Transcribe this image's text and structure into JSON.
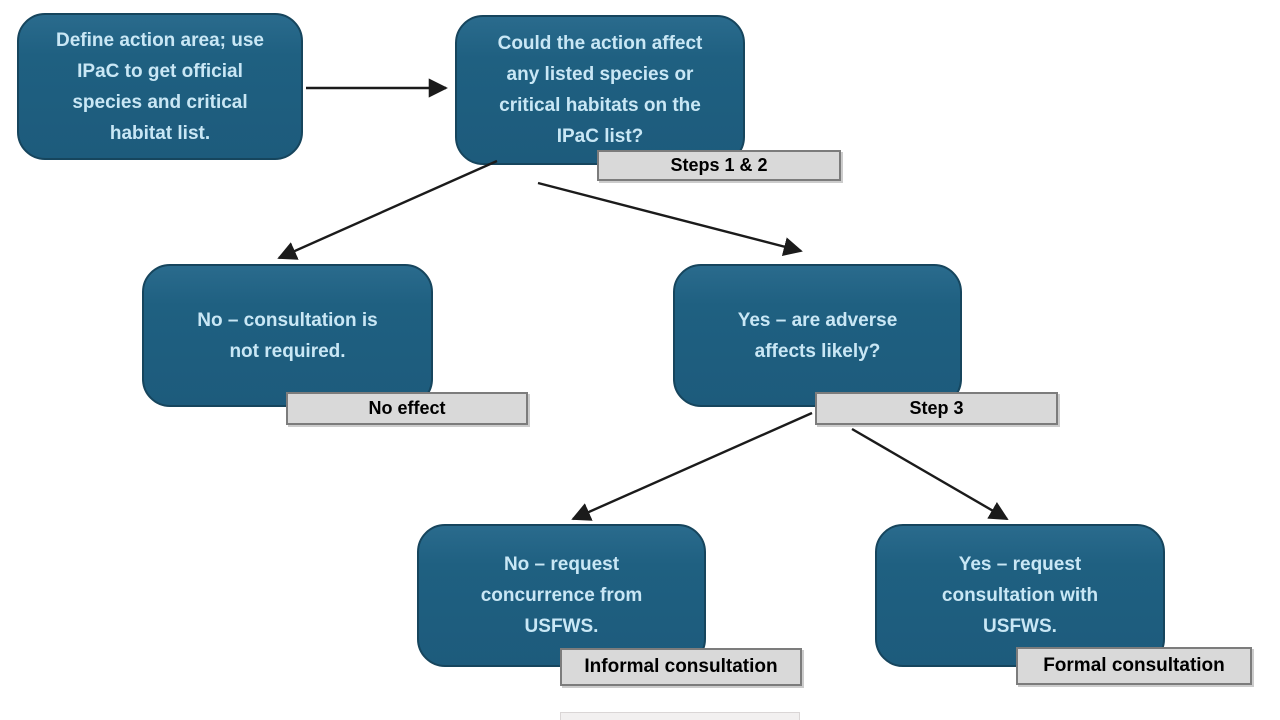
{
  "flowchart": {
    "nodes": [
      {
        "id": "define-action-area",
        "text": "Define action area; use\nIPaC to get official\nspecies and critical\nhabitat list."
      },
      {
        "id": "question-could-affect",
        "text": "Could the action affect\nany listed species or\ncritical habitats on the\nIPaC list?"
      },
      {
        "id": "no-consultation-not-required",
        "text": "No – consultation is\nnot required."
      },
      {
        "id": "yes-adverse-effects-likely",
        "text": "Yes – are adverse\naffects likely?"
      },
      {
        "id": "no-request-concurrence",
        "text": "No – request\nconcurrence from\nUSFWS."
      },
      {
        "id": "yes-request-consultation",
        "text": "Yes – request\nconsultation with\nUSFWS."
      }
    ],
    "tags": [
      {
        "id": "steps-1-2",
        "text": "Steps 1 & 2"
      },
      {
        "id": "no-effect",
        "text": "No effect"
      },
      {
        "id": "step-3",
        "text": "Step 3"
      },
      {
        "id": "informal-consultation",
        "text": "Informal consultation"
      },
      {
        "id": "formal-consultation",
        "text": "Formal consultation"
      }
    ],
    "colors": {
      "node_fill": "#1e5f80",
      "node_border": "#16455d",
      "node_text": "#c9e7f5",
      "tag_fill": "#d9d9d9",
      "tag_border": "#7c7c7c",
      "tag_text": "#000000",
      "arrow": "#1b1b1b",
      "background": "#ffffff"
    }
  }
}
